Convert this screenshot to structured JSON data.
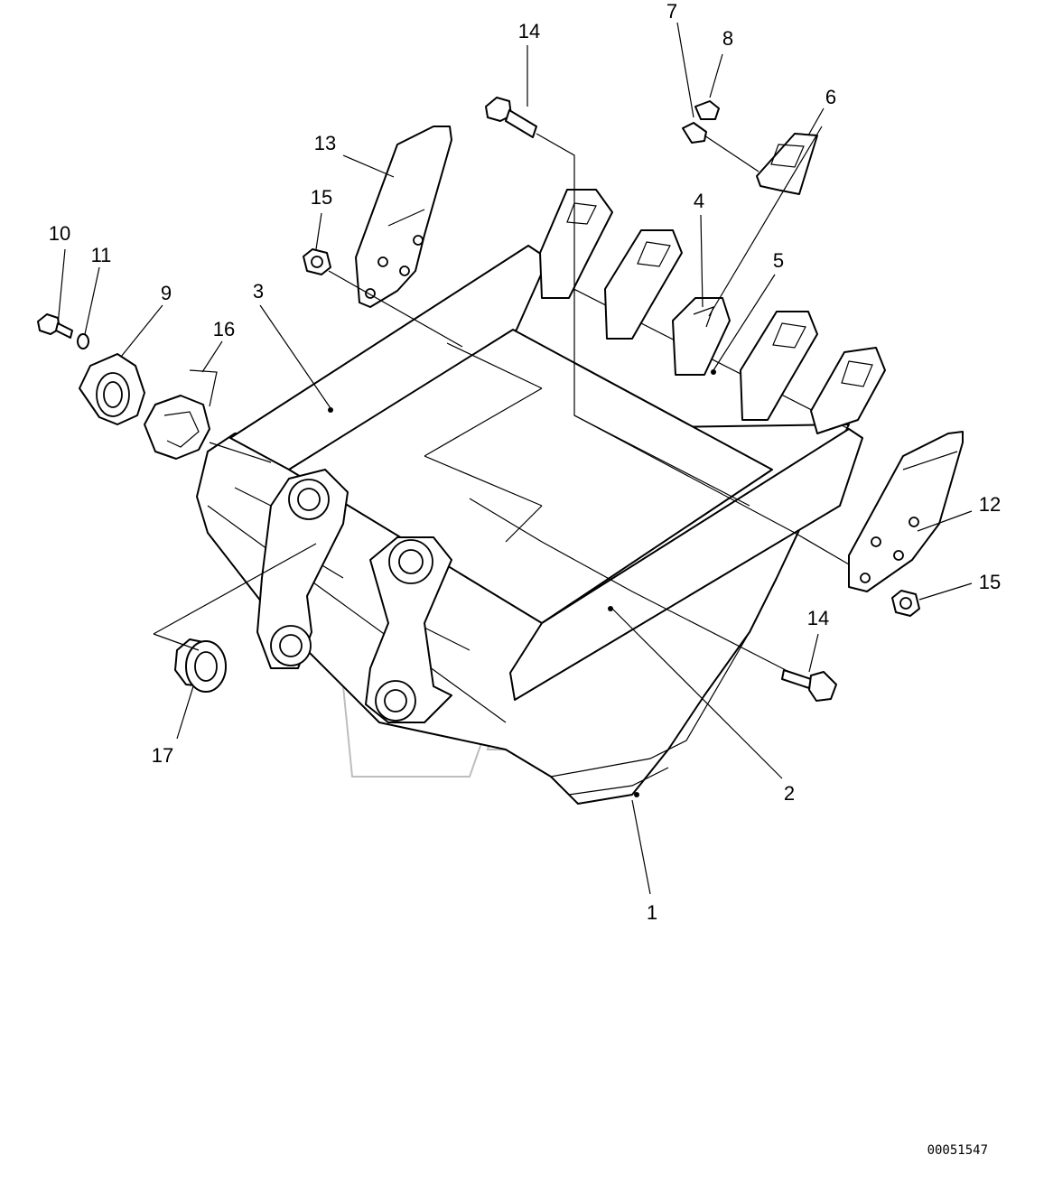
{
  "callouts": {
    "n1": "1",
    "n2": "2",
    "n3": "3",
    "n4": "4",
    "n5": "5",
    "n6": "6",
    "n7": "7",
    "n8": "8",
    "n9": "9",
    "n10": "10",
    "n11": "11",
    "n12": "12",
    "n13": "13",
    "n14a": "14",
    "n14b": "14",
    "n15a": "15",
    "n15b": "15",
    "n16": "16",
    "n17": "17"
  },
  "document_id": "00051547"
}
